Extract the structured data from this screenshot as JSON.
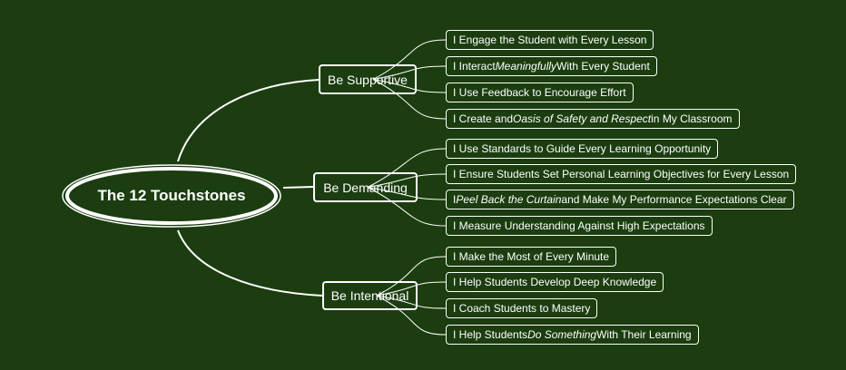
{
  "root": {
    "label": "The 12 Touchstones"
  },
  "branches": [
    {
      "label": "Be Supportive",
      "leaves": [
        [
          "I Engage the Student with Every Lesson"
        ],
        [
          "I Interact ",
          "*Meaningfully",
          " With Every Student"
        ],
        [
          "I Use Feedback to Encourage Effort"
        ],
        [
          "I Create and ",
          "*Oasis of Safety and Respect",
          " in My Classroom"
        ]
      ]
    },
    {
      "label": "Be Demanding",
      "leaves": [
        [
          "I Use Standards to Guide Every Learning Opportunity"
        ],
        [
          "I Ensure Students Set Personal Learning Objectives for Every Lesson"
        ],
        [
          "I ",
          "*Peel Back the Curtain",
          " and Make My Performance Expectations Clear"
        ],
        [
          "I Measure Understanding Against High Expectations"
        ]
      ]
    },
    {
      "label": "Be Intentional",
      "leaves": [
        [
          "I Make the Most of Every Minute"
        ],
        [
          "I Help Students Develop Deep Knowledge"
        ],
        [
          "I Coach Students to Mastery"
        ],
        [
          "I Help Students ",
          "*Do Something",
          " With Their Learning"
        ]
      ]
    }
  ],
  "colors": {
    "background": "#1b3d10",
    "line": "#ffffff",
    "text": "#ffffff"
  }
}
